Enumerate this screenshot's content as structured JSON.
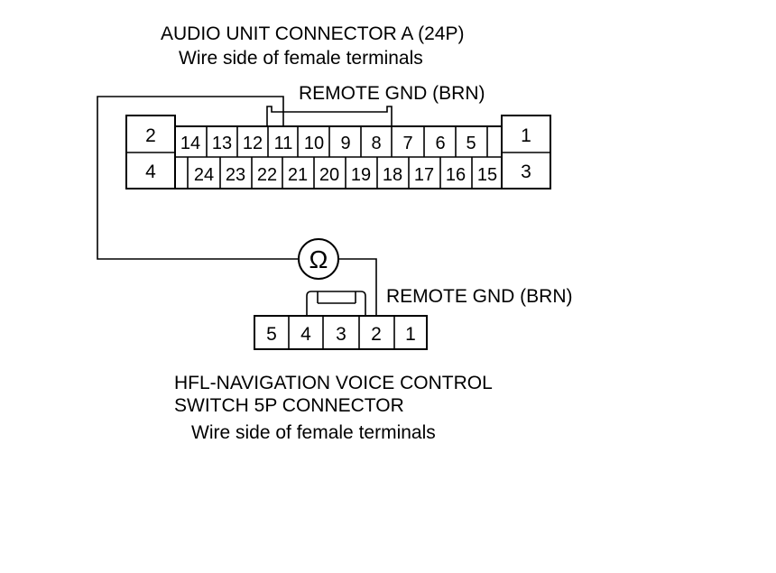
{
  "audio_connector": {
    "title": "AUDIO UNIT CONNECTOR A (24P)",
    "subtitle": "Wire side of female terminals",
    "wire_label": "REMOTE GND (BRN)",
    "left_pins": [
      "2",
      "4"
    ],
    "right_pins": [
      "1",
      "3"
    ],
    "top_row": [
      "14",
      "13",
      "12",
      "11",
      "10",
      "9",
      "8",
      "7",
      "6",
      "5",
      ""
    ],
    "bottom_row": [
      "",
      "24",
      "23",
      "22",
      "21",
      "20",
      "19",
      "18",
      "17",
      "16",
      "15"
    ]
  },
  "meter": {
    "symbol": "Ω"
  },
  "switch_connector": {
    "wire_label": "REMOTE GND (BRN)",
    "pins": [
      "5",
      "4",
      "3",
      "2",
      "1"
    ],
    "title_line1": "HFL-NAVIGATION VOICE CONTROL",
    "title_line2": "SWITCH 5P CONNECTOR",
    "subtitle": "Wire side of female terminals"
  }
}
